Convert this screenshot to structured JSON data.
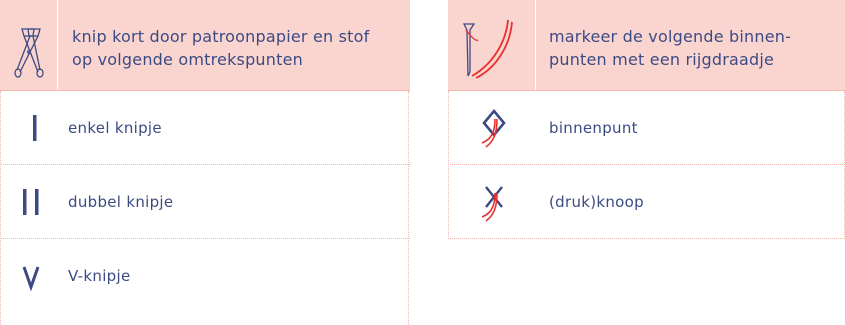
{
  "cutting": {
    "header": "knip kort door patroonpapier en stof op volgende omtrekspunten",
    "header_icon": "scissors-icon",
    "rows": [
      {
        "label": "enkel knipje",
        "icon": "single-notch-icon"
      },
      {
        "label": "dubbel knipje",
        "icon": "double-notch-icon"
      },
      {
        "label": "V-knipje",
        "icon": "v-notch-icon"
      }
    ]
  },
  "marking": {
    "header": "markeer de volgende binnen-punten met een rijgdraadje",
    "header_icon": "needle-thread-icon",
    "rows": [
      {
        "label": "binnenpunt",
        "icon": "diamond-thread-icon"
      },
      {
        "label": "(druk)knoop",
        "icon": "cross-thread-icon"
      }
    ]
  },
  "colors": {
    "header_bg": "#fad5cf",
    "text": "#3c4a84",
    "thread": "#e8312f",
    "divider": "#f2b8ae"
  }
}
